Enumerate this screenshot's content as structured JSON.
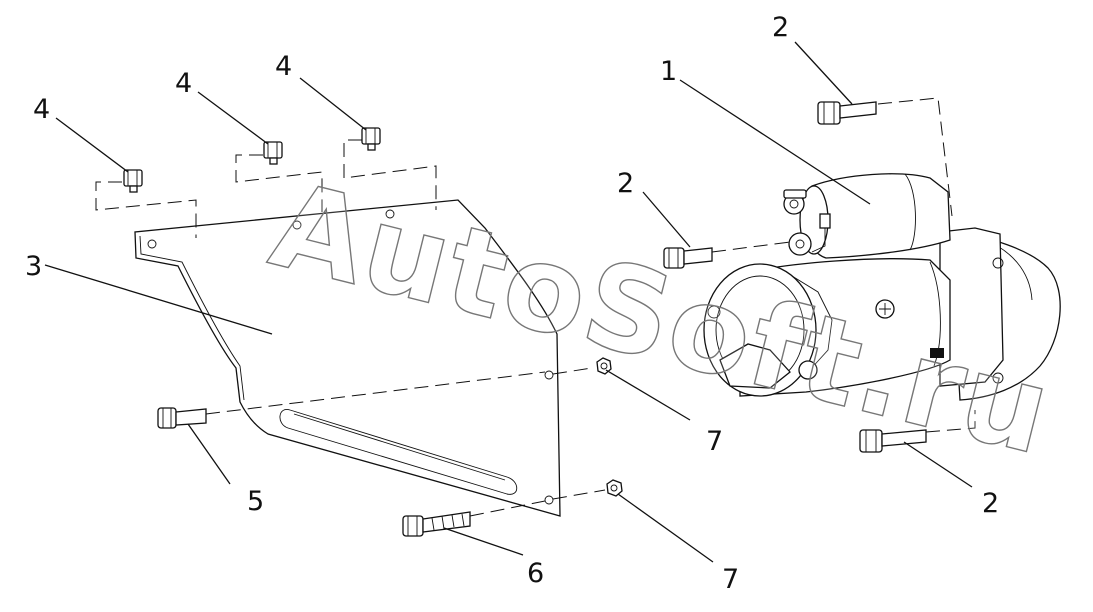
{
  "callouts": {
    "c1": "1",
    "c2_top": "2",
    "c2_mid": "2",
    "c2_bottom": "2",
    "c3": "3",
    "c4_left": "4",
    "c4_mid": "4",
    "c4_right": "4",
    "c5": "5",
    "c6": "6",
    "c7_top": "7",
    "c7_bottom": "7"
  },
  "watermark": "AutoSoft.ru"
}
